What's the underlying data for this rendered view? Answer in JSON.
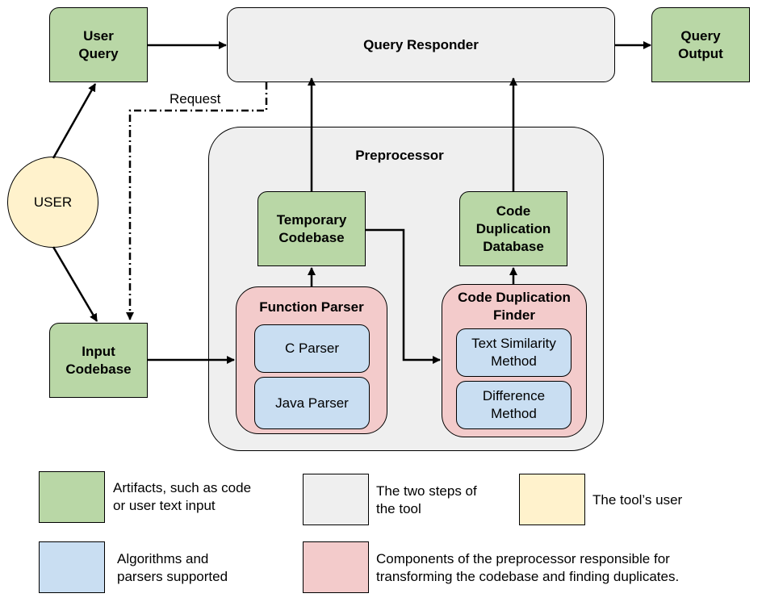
{
  "nodes": {
    "user": "USER",
    "user_query": "User\nQuery",
    "input_codebase": "Input\nCodebase",
    "query_responder": "Query Responder",
    "query_output": "Query\nOutput",
    "preprocessor": "Preprocessor",
    "temporary_codebase": "Temporary\nCodebase",
    "code_duplication_database": "Code\nDuplication\nDatabase",
    "function_parser": "Function Parser",
    "c_parser": "C Parser",
    "java_parser": "Java Parser",
    "code_duplication_finder": "Code Duplication\nFinder",
    "text_similarity_method": "Text Similarity\nMethod",
    "difference_method": "Difference\nMethod"
  },
  "edges": {
    "request_label": "Request"
  },
  "legend": {
    "artifacts": "Artifacts, such as code\nor user text input",
    "steps": "The two steps of\nthe tool",
    "user": "The tool’s user",
    "algorithms": "Algorithms and\nparsers supported",
    "components": "Components of the preprocessor responsible for\ntransforming the codebase and finding duplicates."
  },
  "colors": {
    "artifact_green": "#b9d7a6",
    "step_gray": "#efefef",
    "user_yellow": "#fff2cc",
    "algorithm_blue": "#c9def2",
    "component_red": "#f3cbcb"
  }
}
